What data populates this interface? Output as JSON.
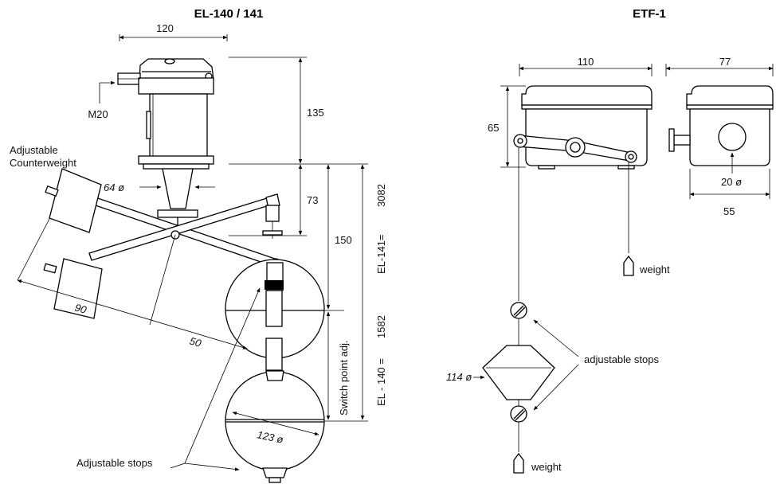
{
  "left": {
    "title": "EL-140 / 141",
    "dim_width": "120",
    "dim_height_head": "135",
    "dim_flange": "73",
    "dim_stem": "150",
    "dim_shaft_dia": "64",
    "dia_symbol": "ø",
    "thread": "M20",
    "counterweight_label_1": "Adjustable",
    "counterweight_label_2": "Counterweight",
    "dim_arm_90": "90",
    "dim_arm_50": "50",
    "dim_float_dia": "123",
    "switch_point": "Switch point adj.",
    "el141": "EL-141=",
    "el141_value": "3082",
    "el140": "EL - 140 =",
    "el140_value": "1582",
    "stops_label": "Adjustable stops"
  },
  "right": {
    "title": "ETF-1",
    "dim_width": "110",
    "dim_depth": "77",
    "dim_height": "65",
    "dim_hole": "20",
    "dim_base": "55",
    "dim_float": "114",
    "weight_top": "weight",
    "weight_bottom": "weight",
    "stops_label": "adjustable stops"
  }
}
